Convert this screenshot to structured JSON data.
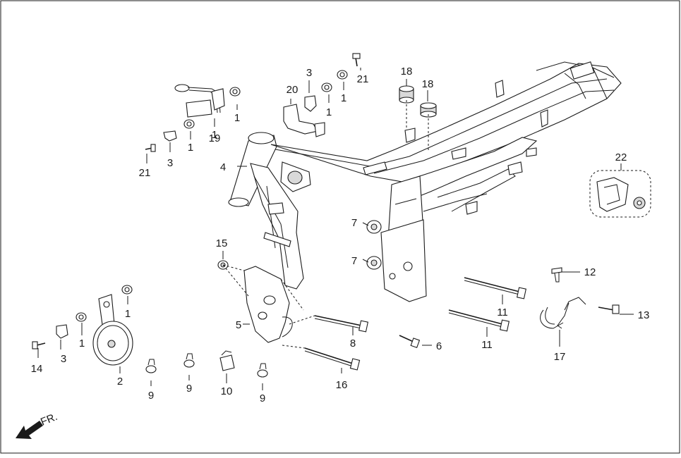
{
  "diagram": {
    "callouts": [
      {
        "id": "c1a",
        "text": "1"
      },
      {
        "id": "c1b",
        "text": "1"
      },
      {
        "id": "c1c",
        "text": "1"
      },
      {
        "id": "c1d",
        "text": "1"
      },
      {
        "id": "c1e",
        "text": "1"
      },
      {
        "id": "c1f",
        "text": "1"
      },
      {
        "id": "c1g",
        "text": "1"
      },
      {
        "id": "c2",
        "text": "2"
      },
      {
        "id": "c3a",
        "text": "3"
      },
      {
        "id": "c3b",
        "text": "3"
      },
      {
        "id": "c3c",
        "text": "3"
      },
      {
        "id": "c4",
        "text": "4"
      },
      {
        "id": "c5",
        "text": "5"
      },
      {
        "id": "c6",
        "text": "6"
      },
      {
        "id": "c7a",
        "text": "7"
      },
      {
        "id": "c7b",
        "text": "7"
      },
      {
        "id": "c8",
        "text": "8"
      },
      {
        "id": "c9a",
        "text": "9"
      },
      {
        "id": "c9b",
        "text": "9"
      },
      {
        "id": "c9c",
        "text": "9"
      },
      {
        "id": "c10",
        "text": "10"
      },
      {
        "id": "c11a",
        "text": "11"
      },
      {
        "id": "c11b",
        "text": "11"
      },
      {
        "id": "c12",
        "text": "12"
      },
      {
        "id": "c13",
        "text": "13"
      },
      {
        "id": "c14",
        "text": "14"
      },
      {
        "id": "c15",
        "text": "15"
      },
      {
        "id": "c16",
        "text": "16"
      },
      {
        "id": "c17",
        "text": "17"
      },
      {
        "id": "c18a",
        "text": "18"
      },
      {
        "id": "c18b",
        "text": "18"
      },
      {
        "id": "c19",
        "text": "19"
      },
      {
        "id": "c20",
        "text": "20"
      },
      {
        "id": "c21a",
        "text": "21"
      },
      {
        "id": "c21b",
        "text": "21"
      },
      {
        "id": "c22",
        "text": "22"
      }
    ],
    "direction_label": "FR.",
    "colors": {
      "line": "#1a1a1a",
      "background": "#ffffff",
      "shade": "#d9d9d9"
    }
  }
}
